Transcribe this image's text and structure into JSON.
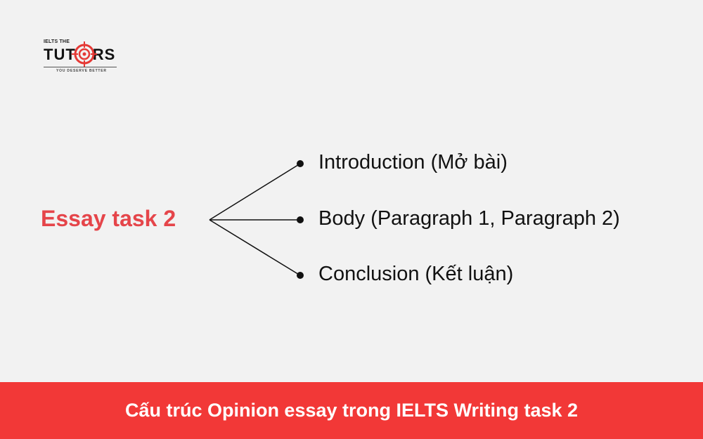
{
  "logo": {
    "top_text": "IELTS THE",
    "word_left": "TUT",
    "word_right": "RS",
    "tagline": "YOU DESERVE BETTER"
  },
  "diagram": {
    "root": "Essay task 2",
    "branches": [
      "Introduction (Mở bài)",
      "Body (Paragraph 1, Paragraph 2)",
      "Conclusion (Kết luận)"
    ]
  },
  "banner": {
    "title": "Cấu trúc Opinion essay trong IELTS Writing task 2"
  },
  "colors": {
    "background": "#f2f2f2",
    "accent": "#e5454a",
    "banner": "#f23837",
    "text": "#111111"
  }
}
